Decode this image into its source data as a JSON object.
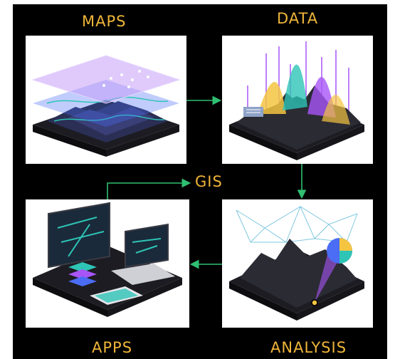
{
  "labels": {
    "maps": "MAPS",
    "data": "DATA",
    "gis": "GIS",
    "apps": "APPS",
    "analysis": "ANALYSIS"
  },
  "colors": {
    "background": "#000000",
    "label": "#f0b53a",
    "arrow": "#2fbf71",
    "terrain": "#2b2b33",
    "teal": "#2ec4b6",
    "purple": "#a855f7",
    "gold": "#f5c542",
    "blue": "#4b6cf5"
  },
  "icons": {
    "maps_panel": "layered-map-icon",
    "data_panel": "data-terrain-icon",
    "analysis_panel": "analysis-terrain-icon",
    "apps_panel": "devices-icon"
  }
}
